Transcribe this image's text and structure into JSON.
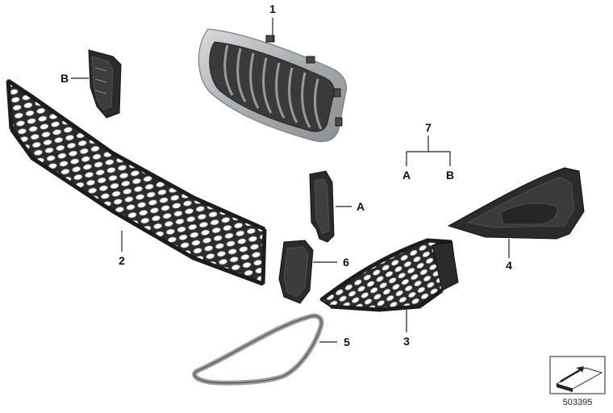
{
  "callouts": {
    "c1": "1",
    "c2": "2",
    "c3": "3",
    "c4": "4",
    "c5": "5",
    "c6": "6",
    "c7": "7",
    "cA_top": "A",
    "cB_top": "B",
    "cA_side": "A",
    "cB_side": "B"
  },
  "drawing_number": "503395",
  "icons": {
    "corner_symbol": "folded-sheet-arrow-icon"
  }
}
